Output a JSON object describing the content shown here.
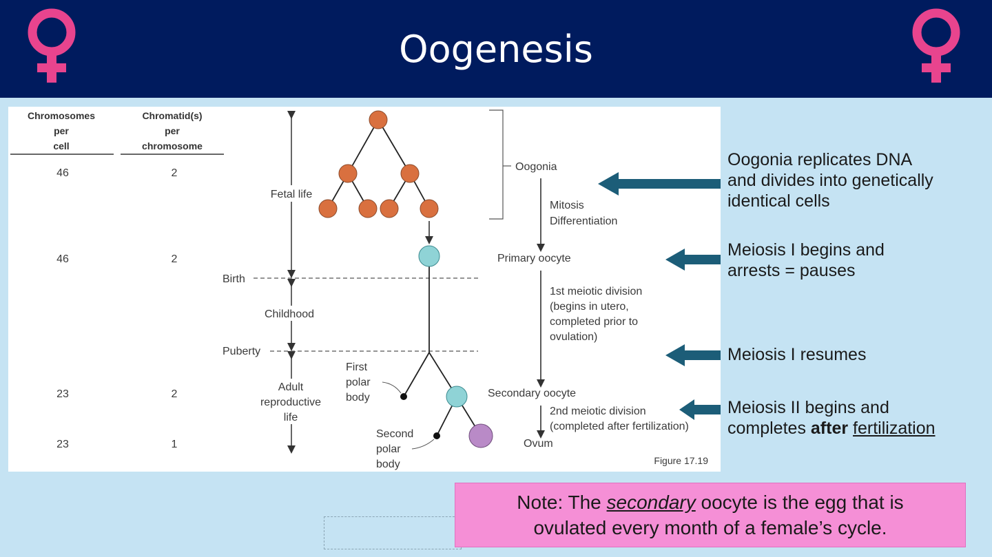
{
  "slide": {
    "title": "Oogenesis",
    "header_color": "#001b5e",
    "background_color": "#c5e3f3",
    "icon": "venus-symbol-icon",
    "icon_color": "#e8448e"
  },
  "figure": {
    "columns": {
      "chromosomes_header": [
        "Chromosomes",
        "per",
        "cell"
      ],
      "chromatids_header": [
        "Chromatid(s)",
        "per",
        "chromosome"
      ]
    },
    "rows": [
      {
        "chromosomes": "46",
        "chromatids": "2"
      },
      {
        "chromosomes": "46",
        "chromatids": "2"
      },
      {
        "chromosomes": "23",
        "chromatids": "2"
      },
      {
        "chromosomes": "23",
        "chromatids": "1"
      }
    ],
    "life_stages": {
      "fetal": "Fetal life",
      "birth": "Birth",
      "childhood": "Childhood",
      "puberty": "Puberty",
      "adult": [
        "Adult",
        "reproductive",
        "life"
      ]
    },
    "cells": {
      "oogonia": "Oogonia",
      "mitosis": [
        "Mitosis",
        "Differentiation"
      ],
      "primary_oocyte": "Primary oocyte",
      "first_meiotic": [
        "1st meiotic division",
        "(begins in utero,",
        "completed prior to",
        "ovulation)"
      ],
      "first_polar_body": [
        "First",
        "polar",
        "body"
      ],
      "secondary_oocyte": "Secondary oocyte",
      "second_meiotic": [
        "2nd meiotic division",
        "(completed after fertilization)"
      ],
      "second_polar_body": [
        "Second",
        "polar",
        "body"
      ],
      "ovum": "Ovum"
    },
    "figure_label": "Figure 17.19",
    "colors": {
      "oogonia": "#d9703f",
      "oocyte": "#8fd3d6",
      "ovum": "#b98ac7"
    }
  },
  "callouts": [
    {
      "lines": [
        "Oogonia replicates DNA",
        "and divides into genetically",
        "identical cells"
      ]
    },
    {
      "lines": [
        "Meiosis I begins and",
        "arrests = pauses"
      ]
    },
    {
      "lines": [
        "Meiosis I resumes"
      ]
    },
    {
      "line1": "Meiosis II begins and",
      "line2_pre": "completes ",
      "line2_bold": "after",
      "line2_space": " ",
      "line2_underline": "fertilization"
    }
  ],
  "callout_arrow_color": "#1c5d78",
  "note": {
    "pre": "Note: The ",
    "italic": "secondary",
    "post": " oocyte is the egg that is",
    "line2": "ovulated every month of a female’s cycle.",
    "color": "#f58fd6"
  }
}
